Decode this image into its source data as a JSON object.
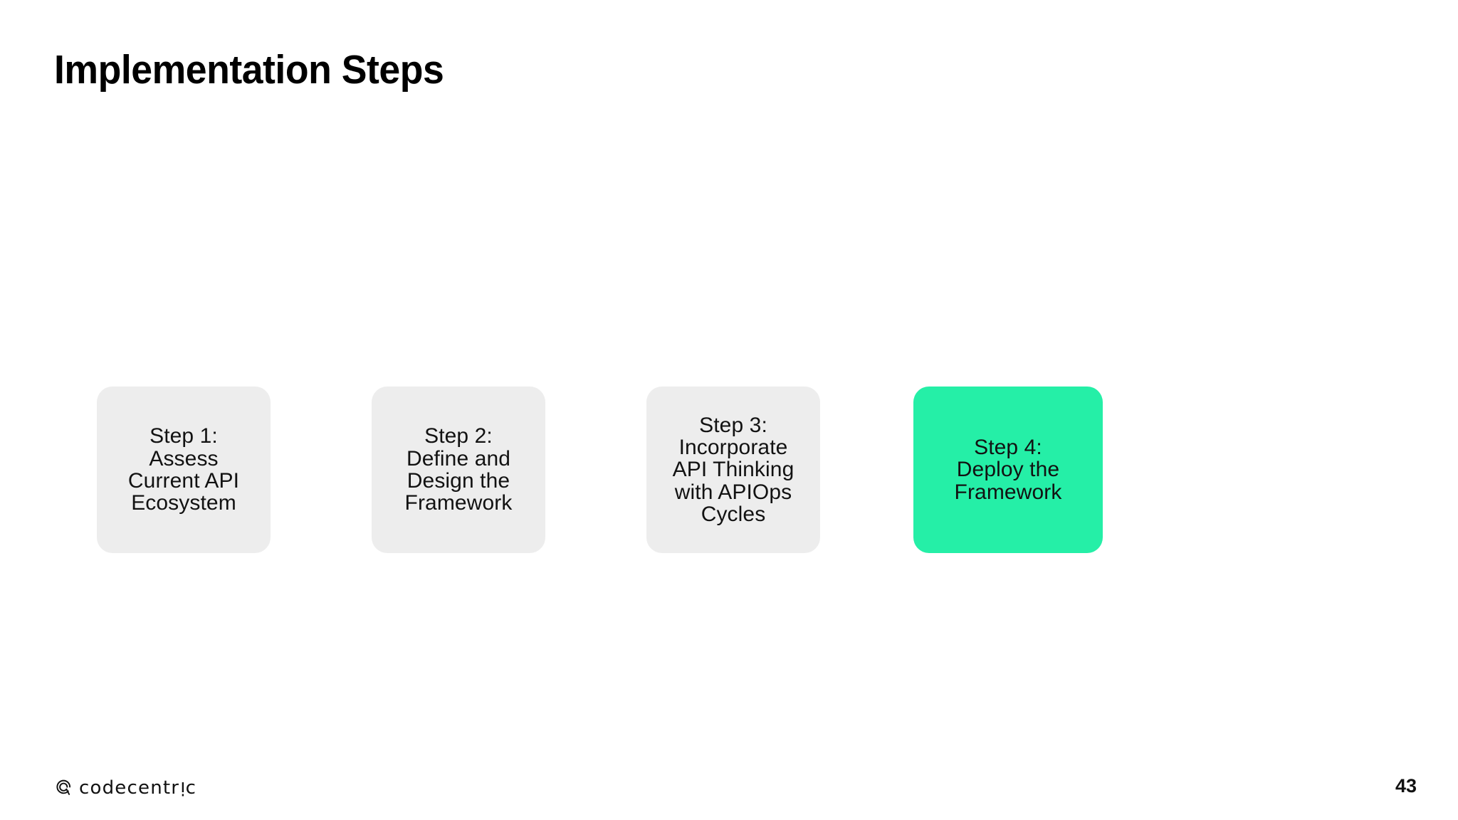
{
  "slide": {
    "title": "Implementation Steps",
    "background_color": "#ffffff",
    "page_number": "43"
  },
  "steps": [
    {
      "label": "Step 1:\nAssess\nCurrent API\nEcosystem",
      "tone": "grey",
      "color": "#ededed",
      "highlighted": false
    },
    {
      "label": "Step 2:\nDefine and\nDesign the\nFramework",
      "tone": "grey",
      "color": "#ededed",
      "highlighted": false
    },
    {
      "label": "Step 3:\nIncorporate\nAPI Thinking\nwith APIOps\nCycles",
      "tone": "grey",
      "color": "#ededed",
      "highlighted": false
    },
    {
      "label": "Step 4:\nDeploy the\nFramework",
      "tone": "green",
      "color": "#25efa7",
      "highlighted": true
    }
  ],
  "footer": {
    "logo_icon": "codecentric-spiral-icon",
    "logo_text_part1": "codecentr",
    "logo_text_rotated_i": "i",
    "logo_text_part2": "c",
    "logo_full_text": "codecentric"
  }
}
